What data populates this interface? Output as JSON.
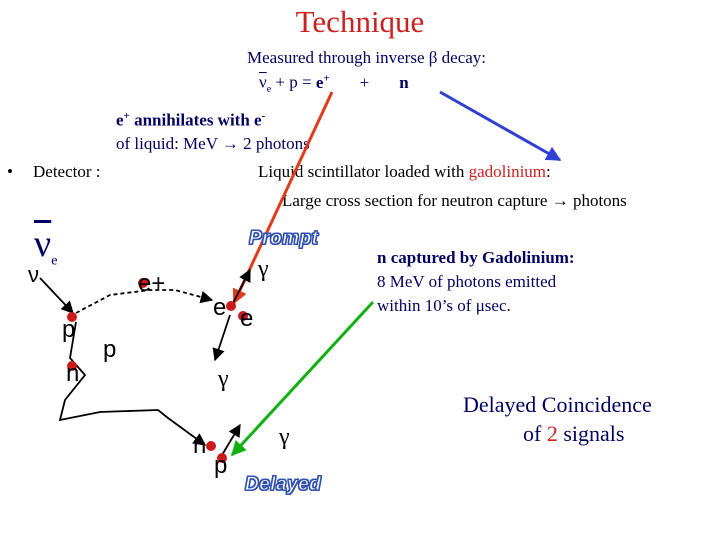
{
  "title": "Technique",
  "measured": {
    "line1": "Measured through inverse β decay:",
    "nu": "ν",
    "sub_e": "e",
    "plus_p_eq": " + p  =  ",
    "e_plus_base": "e",
    "plus_sup": "+",
    "plus_sign": "+",
    "n": "n"
  },
  "annihilation": {
    "e": "e",
    "plus_sup": "+",
    "text1": " annihilates with e",
    "minus_sup": "-",
    "line2": "of liquid: MeV → 2 photons"
  },
  "detector": {
    "bullet": "•",
    "label": "Detector :"
  },
  "scintillator": {
    "line1_prefix": "Liquid scintillator loaded with ",
    "line1_highlight": "gadolinium",
    "line1_suffix": ":",
    "line2": "Large cross section for neutron capture → photons"
  },
  "diagram": {
    "nu_label": "ν",
    "nu_sub": "e",
    "nu_small": "ν",
    "prompt_badge": "Prompt",
    "delayed_badge": "Delayed",
    "gamma": "γ",
    "e_plus": "e+",
    "e_minus": "e",
    "e_minus_pair": "e",
    "p": "p",
    "n": "n"
  },
  "capture": {
    "line1": "n captured by Gadolinium:",
    "line2": "8 MeV of photons emitted",
    "line3": "within 10’s of μsec."
  },
  "delayed_coincidence": {
    "line1": "Delayed Coincidence",
    "line2_prefix": "of ",
    "line2_number": "2",
    "line2_suffix": " signals"
  },
  "colors": {
    "title": "#cc1f1f",
    "navy": "#000060",
    "red_arrow": "#e03a1a",
    "blue_arrow": "#3040d0",
    "green_arrow": "#10b010",
    "particle_dot": "#cc1a1a",
    "badge_fill": "#ffffff",
    "badge_outline": "#3050b0"
  }
}
